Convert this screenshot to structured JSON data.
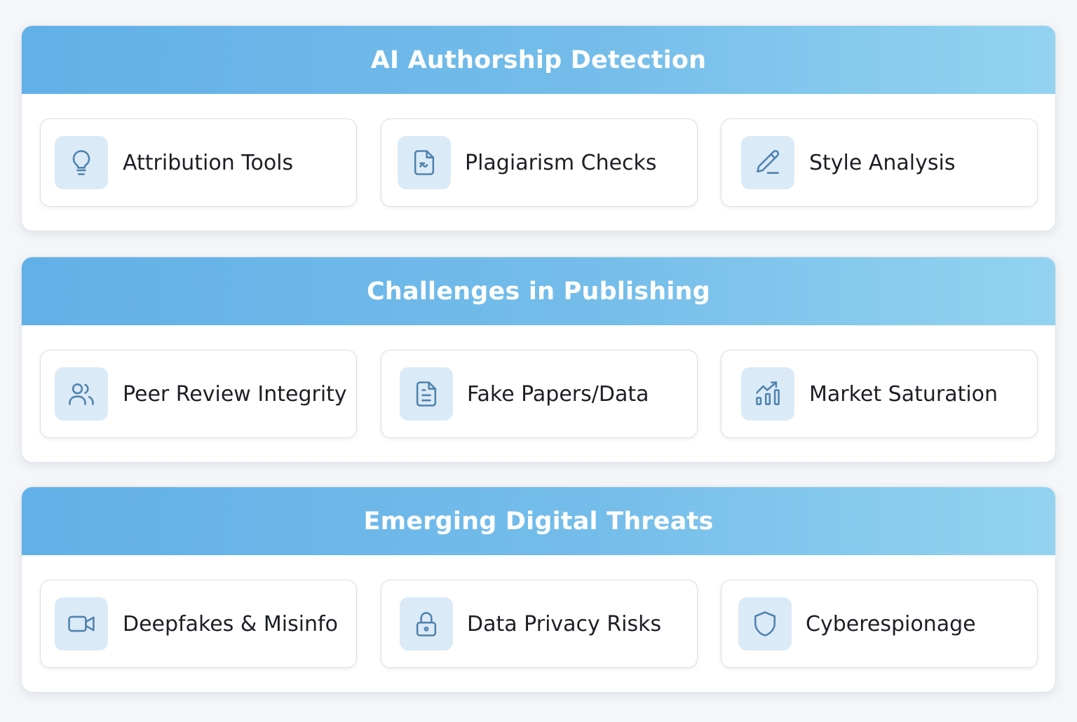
{
  "accent_color": "#62b0e8",
  "icon_color": "#4f83ad",
  "sections": [
    {
      "title": "AI Authorship Detection",
      "items": [
        {
          "label": "Attribution Tools",
          "icon": "lightbulb-icon"
        },
        {
          "label": "Plagiarism Checks",
          "icon": "document-check-icon"
        },
        {
          "label": "Style Analysis",
          "icon": "pencil-icon"
        }
      ]
    },
    {
      "title": "Challenges in Publishing",
      "items": [
        {
          "label": "Peer Review Integrity",
          "icon": "users-icon"
        },
        {
          "label": "Fake Papers/Data",
          "icon": "document-icon"
        },
        {
          "label": "Market Saturation",
          "icon": "bar-chart-trend-icon"
        }
      ]
    },
    {
      "title": "Emerging Digital Threats",
      "items": [
        {
          "label": "Deepfakes & Misinfo",
          "icon": "video-camera-icon"
        },
        {
          "label": "Data Privacy Risks",
          "icon": "lock-icon"
        },
        {
          "label": "Cyberespionage",
          "icon": "shield-icon"
        }
      ]
    }
  ]
}
